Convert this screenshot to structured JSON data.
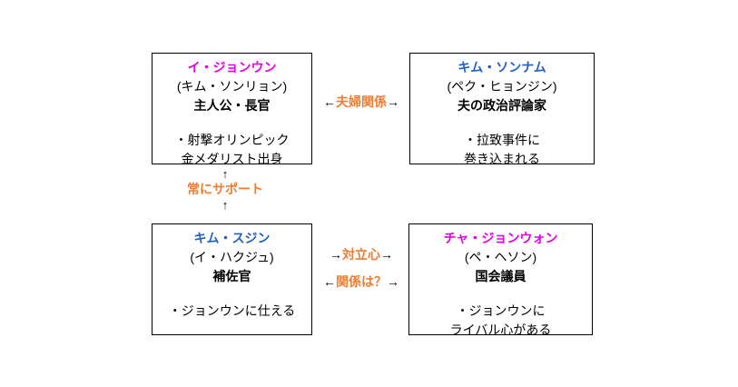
{
  "diagram": {
    "title": "character-relationship-diagram",
    "colors": {
      "accent_orange": "#ED7D31",
      "accent_magenta": "#E400E4",
      "accent_blue": "#2060C8",
      "box_border": "#000000",
      "background": "#FFFFFF",
      "text": "#000000"
    },
    "boxes": [
      {
        "position": "top-left",
        "name": "イ・ジョンウン",
        "name_color": "#E400E4",
        "real_name": "(キム・ソンリョン)",
        "role": "主人公・長官",
        "notes": [
          "・射撃オリンピック",
          "金メダリスト出身"
        ]
      },
      {
        "position": "top-right",
        "name": "キム・ソンナム",
        "name_color": "#2060C8",
        "real_name": "(ペク・ヒョンジン)",
        "role": "夫の政治評論家",
        "notes": [
          "・拉致事件に",
          "巻き込まれる"
        ]
      },
      {
        "position": "bottom-left",
        "name": "キム・スジン",
        "name_color": "#2060C8",
        "real_name": "(イ・ハクジュ)",
        "role": "補佐官",
        "notes": [
          "・ジョンウンに仕える"
        ]
      },
      {
        "position": "bottom-right",
        "name": "チャ・ジョンウォン",
        "name_color": "#E400E4",
        "real_name": "(ペ・ヘソン)",
        "role": "国会議員",
        "notes": [
          "・ジョンウンに",
          "ライバル心がある"
        ]
      }
    ],
    "relations": {
      "marriage": {
        "left_arrow": "←",
        "label": "夫婦関係",
        "right_arrow": "→"
      },
      "support": {
        "top_arrow": "↑",
        "label": "常にサポート",
        "bottom_arrow": "↑"
      },
      "rivalry": {
        "left_arrow": "→",
        "label": "対立心",
        "right_arrow": "→"
      },
      "unknown": {
        "left_arrow": "←",
        "label": "関係は？",
        "right_arrow": "→"
      }
    }
  }
}
